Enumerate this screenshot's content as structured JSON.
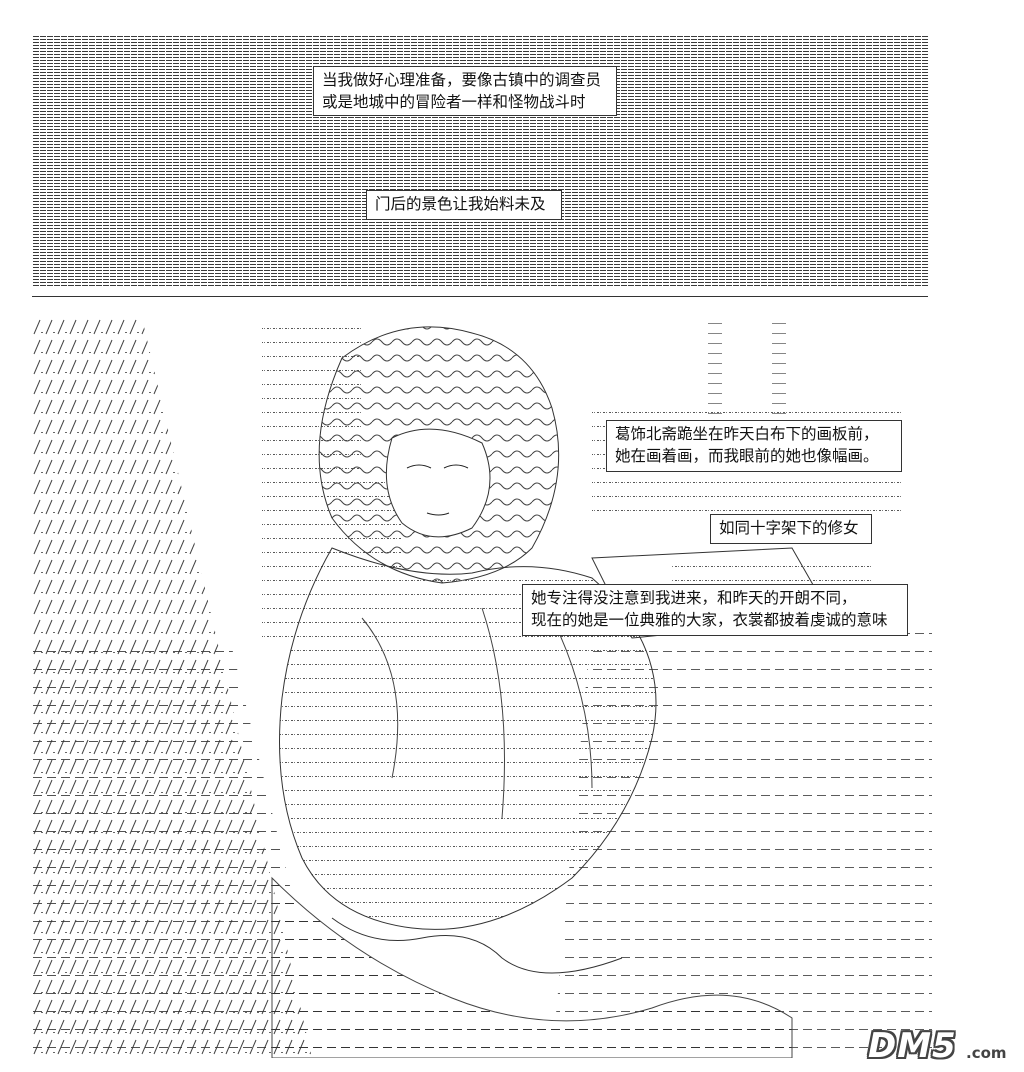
{
  "captions": [
    {
      "id": "cap1",
      "text": "当我做好心理准备，要像古镇中的调查员\n或是地城中的冒险者一样和怪物战斗时"
    },
    {
      "id": "cap2",
      "text": "门后的景色让我始料未及"
    },
    {
      "id": "cap3",
      "text": "葛饰北斋跪坐在昨天白布下的画板前，\n她在画着画，而我眼前的她也像幅画。"
    },
    {
      "id": "cap4",
      "text": "如同十字架下的修女"
    },
    {
      "id": "cap5",
      "text": "她专注得没注意到我进来，和昨天的开朗不同，\n现在的她是一位典雅的大家，衣裳都披着虔诚的意味"
    }
  ],
  "watermark": {
    "main": "DM5",
    "suffix": ".com"
  },
  "colors": {
    "ink": "#111111",
    "paper": "#ffffff",
    "panel_border": "#333333"
  }
}
